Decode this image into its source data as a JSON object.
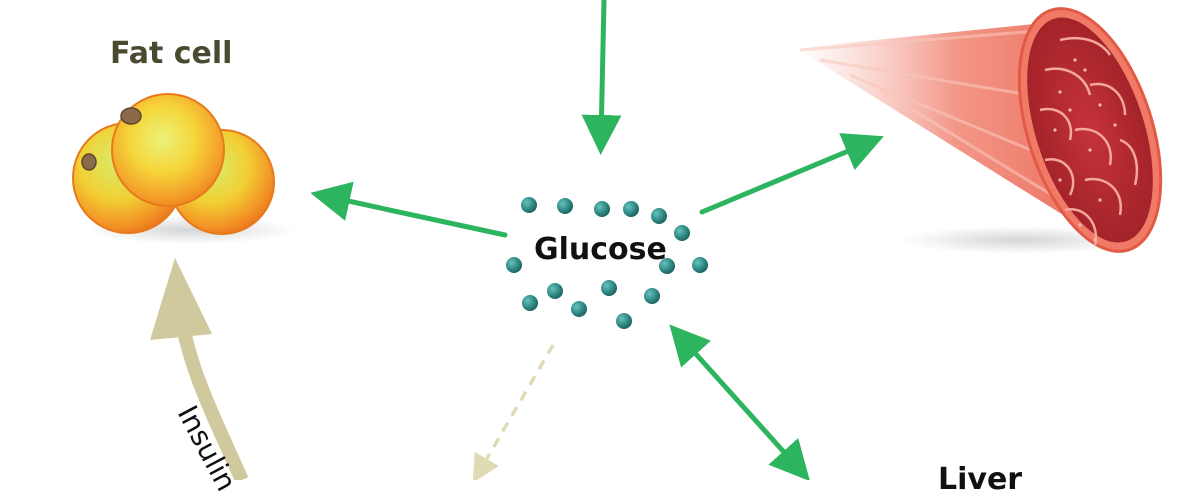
{
  "labels": {
    "fat_cell": "Fat cell",
    "glucose": "Glucose",
    "liver": "Liver",
    "insulin": "Insulin"
  },
  "colors": {
    "arrow": "#2db45e",
    "fat_label": "#4a4a30",
    "insulin_arrow": "#cfc99d",
    "dashed_arrow": "#dedbb5",
    "glucose_dot": "#2f8a86",
    "muscle": "#e9604f"
  },
  "icons": {
    "fat_cell": "fat-cell-icon",
    "muscle": "muscle-fiber-icon"
  }
}
